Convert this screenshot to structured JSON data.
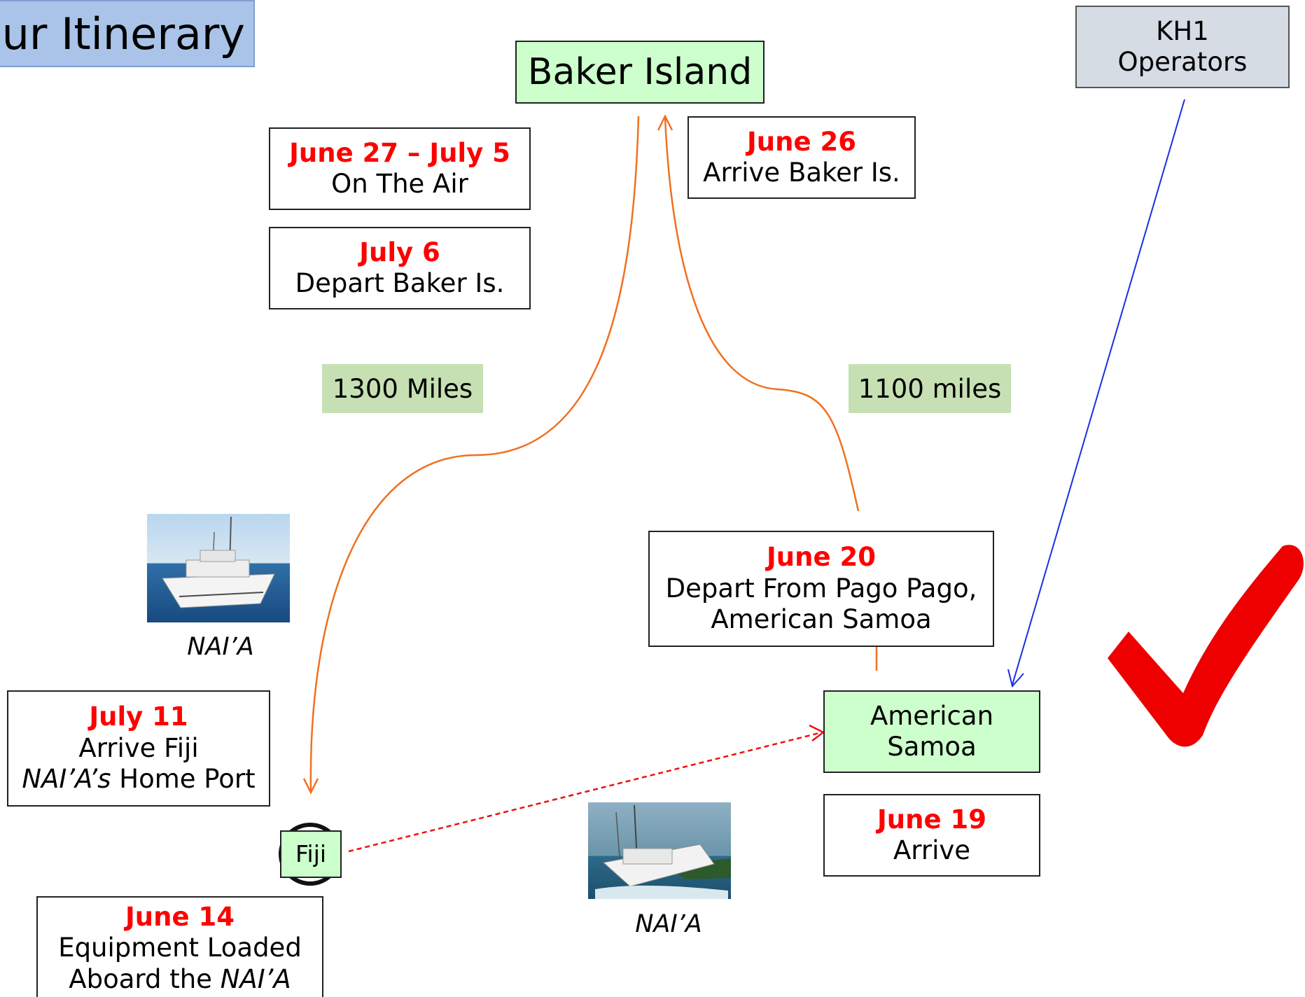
{
  "title": "ur Itinerary",
  "nodes": {
    "baker_island": "Baker Island",
    "american_samoa_line1": "American",
    "american_samoa_line2": "Samoa",
    "fiji": "Fiji",
    "kh1_line1": "KH1",
    "kh1_line2": "Operators"
  },
  "events": {
    "on_air": {
      "date": "June 27 – July 5",
      "text": "On The Air"
    },
    "depart_baker": {
      "date": "July 6",
      "text": "Depart Baker Is."
    },
    "arrive_baker": {
      "date": "June 26",
      "text": "Arrive Baker Is."
    },
    "depart_pago": {
      "date": "June 20",
      "line1": "Depart From Pago Pago,",
      "line2": "American Samoa"
    },
    "arrive_samoa": {
      "date": "June 19",
      "text": "Arrive"
    },
    "arrive_fiji": {
      "date": "July 11",
      "line1": "Arrive Fiji",
      "italic": "NAI’A’s",
      "line2_rest": " Home Port"
    },
    "loaded": {
      "date": "June 14",
      "line1": "Equipment Loaded",
      "line2_pre": "Aboard the ",
      "italic": "NAI’A"
    }
  },
  "distances": {
    "left": "1300 Miles",
    "right": "1100 miles"
  },
  "captions": {
    "boat_top": "NAI’A",
    "boat_bottom": "NAI’A"
  },
  "colors": {
    "route_orange": "#f07020",
    "route_red_dashed": "#ee1111",
    "operators_arrow": "#1a2ee6",
    "checkmark": "#ee0000",
    "date_red": "#ff0000",
    "node_green": "#ccffcc",
    "miles_green": "#c6e0b4"
  },
  "icons": [
    "checkmark-icon",
    "boat-photo"
  ]
}
